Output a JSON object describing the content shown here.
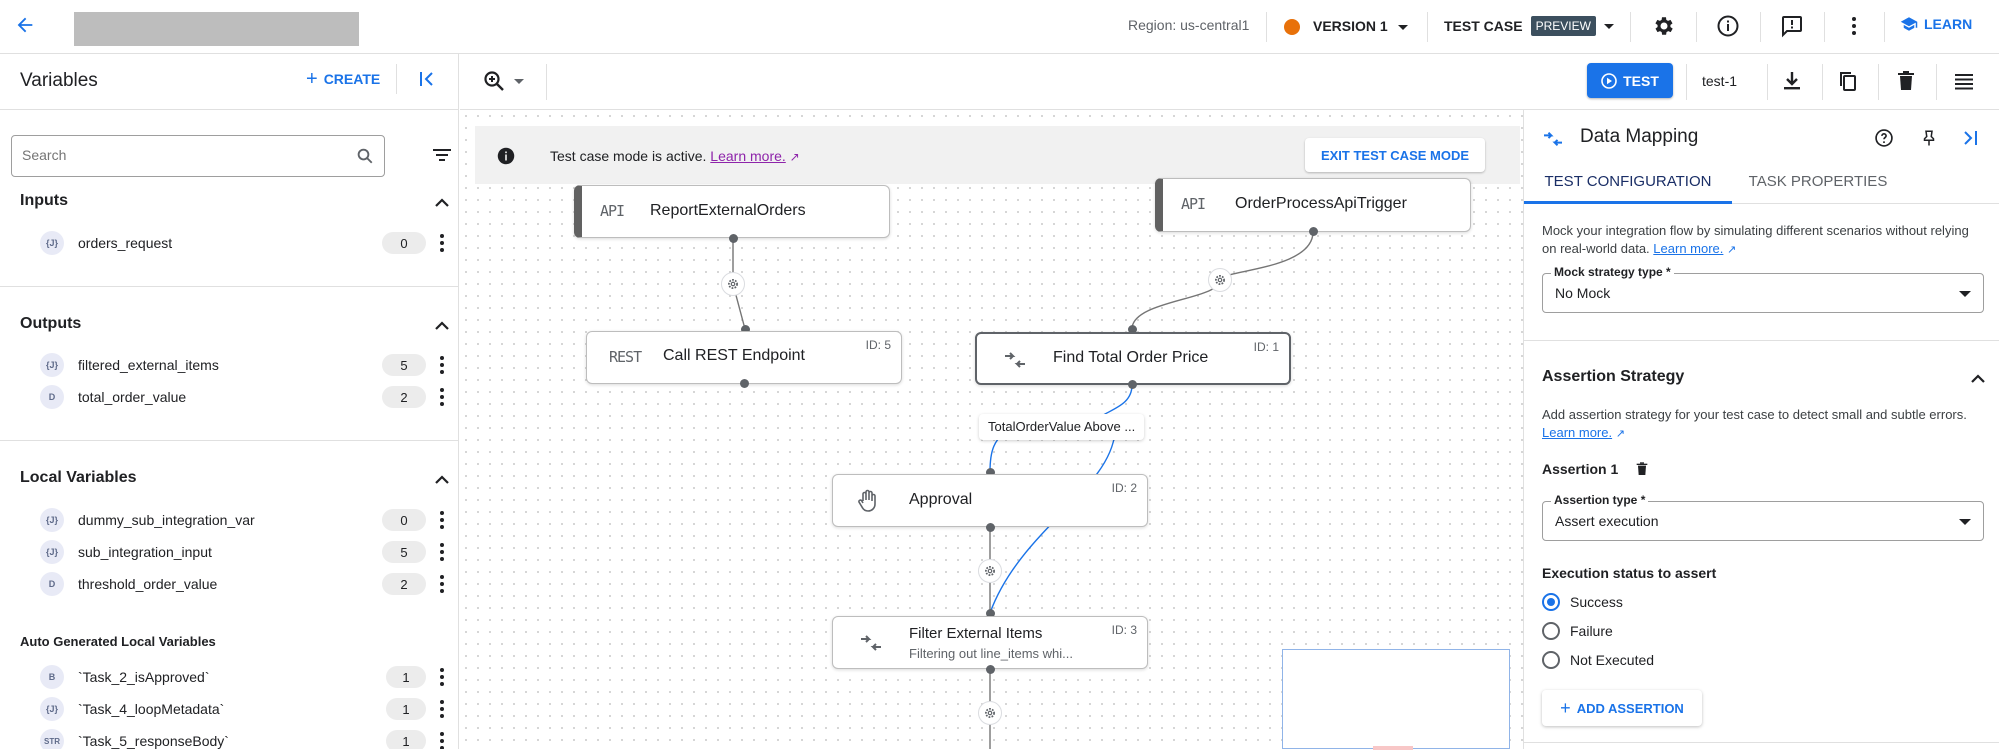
{
  "topbar": {
    "region": "Region: us-central1",
    "version": "VERSION 1",
    "test_case": "TEST CASE",
    "preview": "PREVIEW",
    "learn": "LEARN"
  },
  "toolbar": {
    "test_button": "TEST",
    "test_name": "test-1"
  },
  "variables": {
    "title": "Variables",
    "create": "CREATE",
    "search_placeholder": "Search",
    "inputs_title": "Inputs",
    "inputs": [
      {
        "type": "{J}",
        "name": "orders_request",
        "count": "0"
      }
    ],
    "outputs_title": "Outputs",
    "outputs": [
      {
        "type": "{J}",
        "name": "filtered_external_items",
        "count": "5"
      },
      {
        "type": "D",
        "name": "total_order_value",
        "count": "2"
      }
    ],
    "local_title": "Local Variables",
    "local": [
      {
        "type": "{J}",
        "name": "dummy_sub_integration_var",
        "count": "0"
      },
      {
        "type": "{J}",
        "name": "sub_integration_input",
        "count": "5"
      },
      {
        "type": "D",
        "name": "threshold_order_value",
        "count": "2"
      }
    ],
    "auto_title": "Auto Generated Local Variables",
    "auto": [
      {
        "type": "B",
        "name": "`Task_2_isApproved`",
        "count": "1"
      },
      {
        "type": "{J}",
        "name": "`Task_4_loopMetadata`",
        "count": "1"
      },
      {
        "type": "STR",
        "name": "`Task_5_responseBody`",
        "count": "1"
      }
    ]
  },
  "canvas": {
    "banner_text": "Test case mode is active.",
    "banner_link": "Learn more.",
    "exit_button": "EXIT TEST CASE MODE",
    "nodes": {
      "report": {
        "type": "API",
        "label": "ReportExternalOrders"
      },
      "trigger": {
        "type": "API",
        "label": "OrderProcessApiTrigger"
      },
      "rest": {
        "type": "REST",
        "label": "Call REST Endpoint",
        "id": "ID: 5"
      },
      "find": {
        "label": "Find Total Order Price",
        "id": "ID: 1"
      },
      "edge_label": "TotalOrderValue Above ...",
      "approval": {
        "label": "Approval",
        "id": "ID: 2"
      },
      "filter": {
        "label": "Filter External Items",
        "sub": "Filtering out line_items whi...",
        "id": "ID: 3"
      }
    }
  },
  "panel": {
    "title": "Data Mapping",
    "tab_test": "TEST CONFIGURATION",
    "tab_props": "TASK PROPERTIES",
    "mock_desc": "Mock your integration flow by simulating different scenarios without relying on real-world data.",
    "mock_link": "Learn more.",
    "mock_label": "Mock strategy type *",
    "mock_value": "No Mock",
    "assert_title": "Assertion Strategy",
    "assert_desc": "Add assertion strategy for your test case to detect small and subtle errors.",
    "assert_link": "Learn more.",
    "assertion_1": "Assertion 1",
    "assert_type_label": "Assertion type *",
    "assert_type_value": "Assert execution",
    "exec_status": "Execution status to assert",
    "radio_success": "Success",
    "radio_failure": "Failure",
    "radio_not_executed": "Not Executed",
    "add_assertion": "ADD ASSERTION"
  },
  "colors": {
    "accent": "#1a73e8",
    "version_dot": "#e8710a",
    "preview_bg": "#3c4f5e"
  }
}
